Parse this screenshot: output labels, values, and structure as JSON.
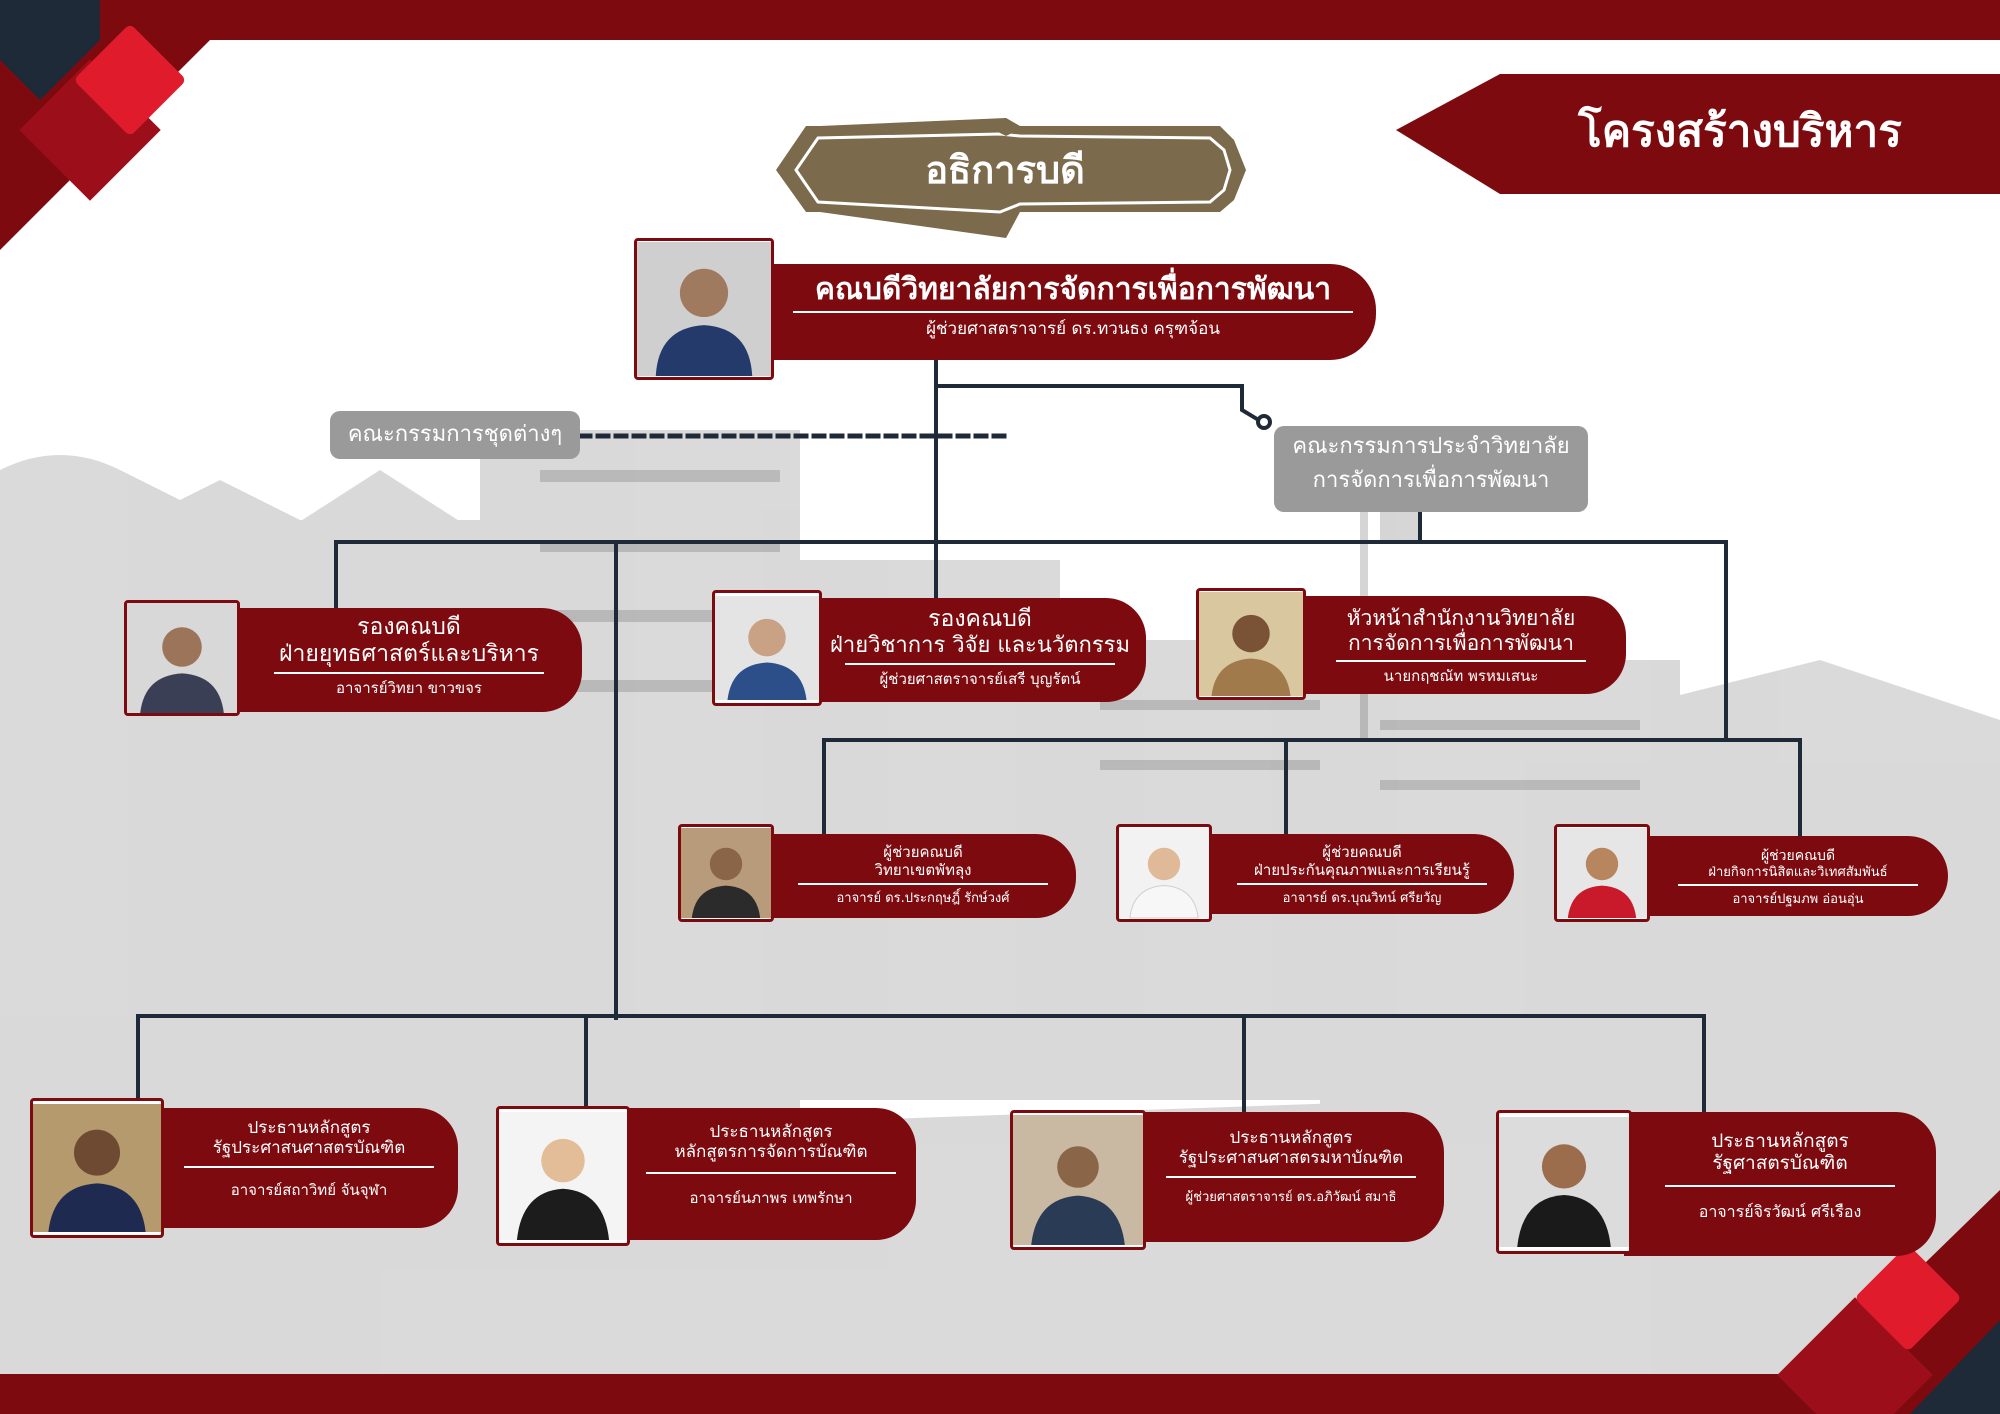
{
  "header": {
    "title": "โครงสร้างบริหาร",
    "top_label": "อธิการบดี"
  },
  "dean": {
    "title": "คณบดีวิทยาลัยการจัดการเพื่อการพัฒนา",
    "name": "ผู้ช่วยศาสตราจารย์ ดร.ทวนธง ครุฑจ้อน"
  },
  "committees": {
    "various": "คณะกรรมการชุดต่างๆ",
    "college_line1": "คณะกรรมการประจำวิทยาลัย",
    "college_line2": "การจัดการเพื่อการพัฒนา"
  },
  "deputies": [
    {
      "line1": "รองคณบดี",
      "line2": "ฝ่ายยุทธศาสตร์และบริหาร",
      "name": "อาจารย์วิทยา ขาวขจร"
    },
    {
      "line1": "รองคณบดี",
      "line2": "ฝ่ายวิชาการ วิจัย และนวัตกรรม",
      "name": "ผู้ช่วยศาสตราจารย์เสรี บุญรัตน์"
    },
    {
      "line1": "หัวหน้าสำนักงานวิทยาลัย",
      "line2": "การจัดการเพื่อการพัฒนา",
      "name": "นายกฤชณัท พรหมเสนะ"
    }
  ],
  "assistants": [
    {
      "line1": "ผู้ช่วยคณบดี",
      "line2": "วิทยาเขตพัทลุง",
      "name": "อาจารย์ ดร.ประกฤษฎิ์ รักษ์วงศ์"
    },
    {
      "line1": "ผู้ช่วยคณบดี",
      "line2": "ฝ่ายประกันคุณภาพและการเรียนรู้",
      "name": "อาจารย์ ดร.บุณวิทน์ ศรียวัญ"
    },
    {
      "line1": "ผู้ช่วยคณบดี",
      "line2": "ฝ่ายกิจการนิสิตและวิเทศสัมพันธ์",
      "name": "อาจารย์ปฐมภพ อ่อนอุ่น"
    }
  ],
  "programs": [
    {
      "line1": "ประธานหลักสูตร",
      "line2": "รัฐประศาสนศาสตรบัณฑิต",
      "name": "อาจารย์สถาวิทย์ จันจุฬา"
    },
    {
      "line1": "ประธานหลักสูตร",
      "line2": "หลักสูตรการจัดการบัณฑิต",
      "name": "อาจารย์นภาพร เทพรักษา"
    },
    {
      "line1": "ประธานหลักสูตร",
      "line2": "รัฐประศาสนศาสตรมหาบัณฑิต",
      "name": "ผู้ช่วยศาสตราจารย์ ดร.อภิวัฒน์ สมาธิ"
    },
    {
      "line1": "ประธานหลักสูตร",
      "line2": "รัฐศาสตรบัณฑิต",
      "name": "อาจารย์จิรวัฒน์ ศรีเรือง"
    }
  ],
  "colors": {
    "maroon": "#7d0a0f",
    "red": "#e01b2c",
    "navy": "#1f2a38",
    "olive": "#7b6a4c",
    "gray": "#9a9a9a"
  }
}
